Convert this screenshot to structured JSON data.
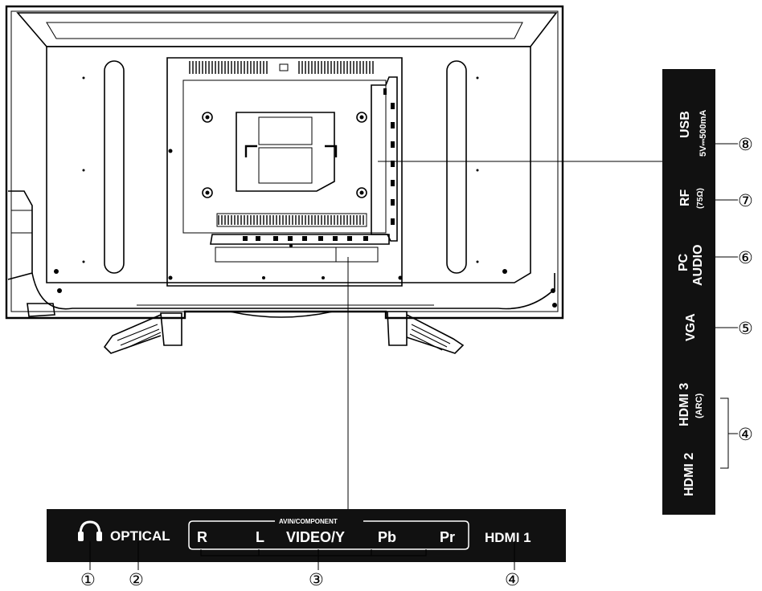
{
  "bottom_panel": {
    "optical": "OPTICAL",
    "avin_group_title": "AVIN/COMPONENT",
    "r": "R",
    "l": "L",
    "video_y": "VIDEO/Y",
    "pb": "Pb",
    "pr": "Pr",
    "hdmi1": "HDMI 1"
  },
  "side_panel": {
    "usb": "USB",
    "usb_rating": "5V⎓500mA",
    "rf": "RF",
    "rf_rating": "(75Ω)",
    "pc": "PC",
    "audio": "AUDIO",
    "vga": "VGA",
    "hdmi3": "HDMI 3",
    "arc": "(ARC)",
    "hdmi2": "HDMI 2"
  },
  "callouts": {
    "c1": "①",
    "c2": "②",
    "c3": "③",
    "c4_bottom": "④",
    "c4_side": "④",
    "c5": "⑤",
    "c6": "⑥",
    "c7": "⑦",
    "c8": "⑧"
  },
  "icons": {
    "headphone": "headphone-icon"
  },
  "colors": {
    "panel": "#111111",
    "label": "#ffffff",
    "line": "#000000"
  }
}
